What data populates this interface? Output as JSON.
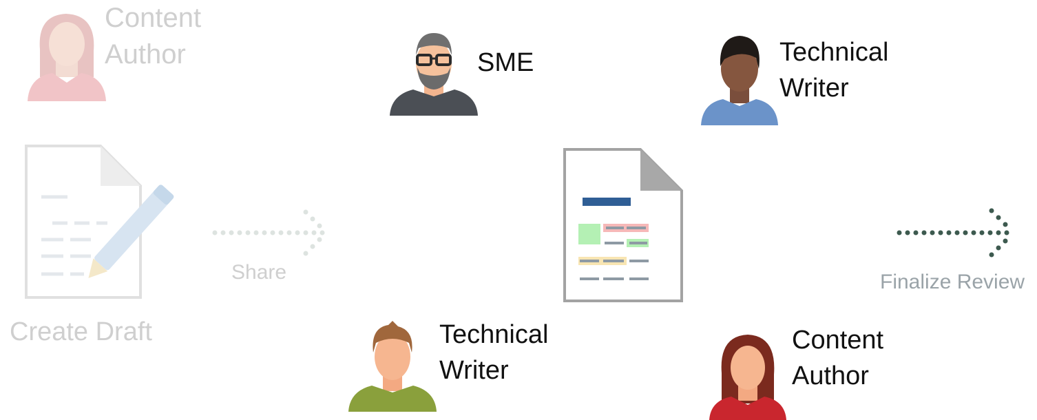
{
  "steps": {
    "create_draft": "Create Draft",
    "share": "Share",
    "finalize_review": "Finalize Review"
  },
  "people": {
    "faded_author": {
      "line1": "Content",
      "line2": "Author"
    },
    "sme": {
      "label": "SME"
    },
    "tech_writer_top": {
      "line1": "Technical",
      "line2": "Writer"
    },
    "tech_writer_bottom": {
      "line1": "Technical",
      "line2": "Writer"
    },
    "content_author_bottom": {
      "line1": "Content",
      "line2": "Author"
    }
  },
  "colors": {
    "faded": "#cfcfcf",
    "arrow_dark": "#3d5a4f",
    "doc_blue": "#2f5e95",
    "shirt_sme": "#4b4f55",
    "shirt_writer_top": "#6b93c9",
    "shirt_writer_bottom": "#8aa03c",
    "shirt_author": "#c9262e"
  }
}
